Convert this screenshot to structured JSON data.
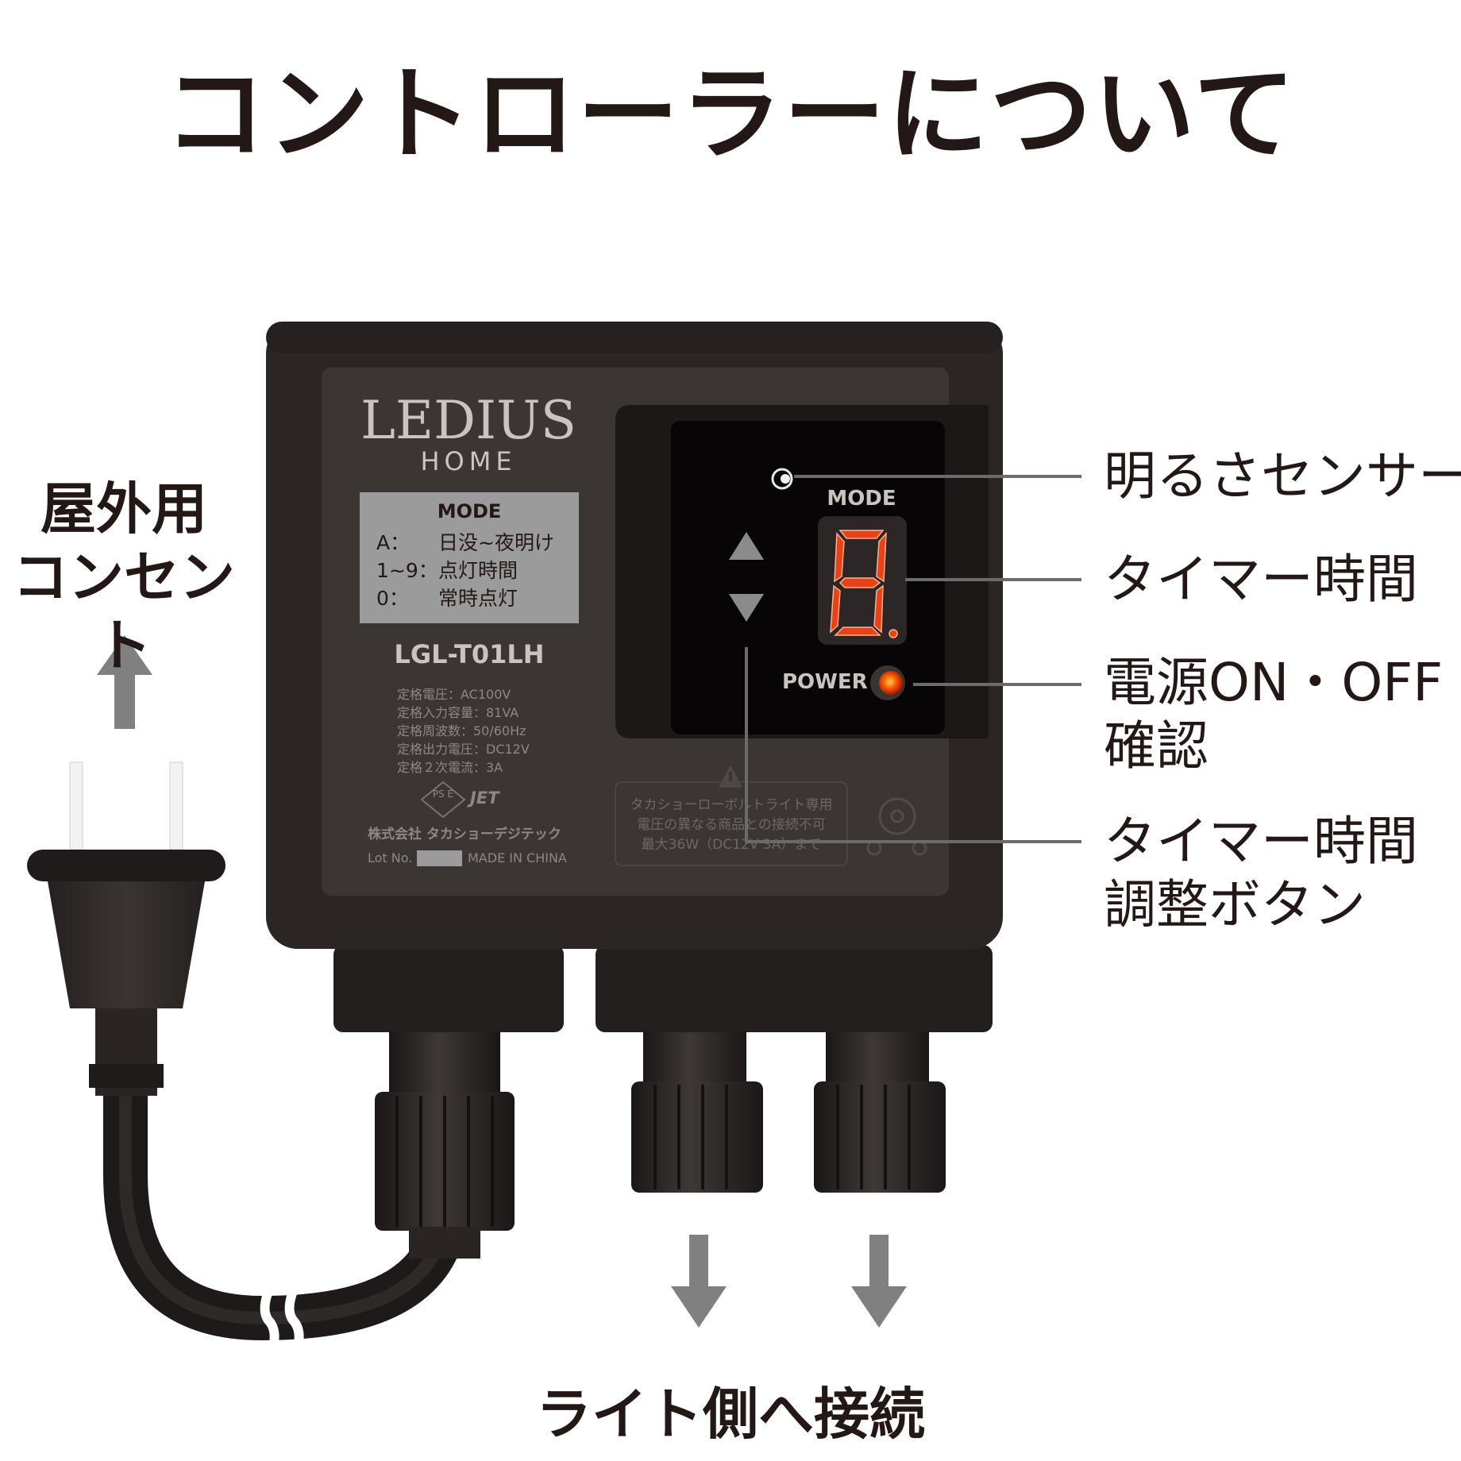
{
  "title": "コントローラーについて",
  "left_label": {
    "line1": "屋外用",
    "line2": "コンセント"
  },
  "bottom_label": "ライト側へ接続",
  "callouts": {
    "brightness_sensor": "明るさセンサー",
    "timer_time": "タイマー時間",
    "power_line1": "電源ON・OFF",
    "power_line2": "確認",
    "timer_button_line1": "タイマー時間",
    "timer_button_line2": "調整ボタン"
  },
  "device": {
    "brand": "LEDIUS",
    "brand_sub": "HOME",
    "mode_panel": {
      "heading": "MODE",
      "rows": [
        {
          "key": "A：",
          "value": "日没~夜明け"
        },
        {
          "key": "1~9：",
          "value": "点灯時間"
        },
        {
          "key": "0：",
          "value": "常時点灯"
        }
      ]
    },
    "model": "LGL-T01LH",
    "specs": [
      "定格電圧：AC100V",
      "定格入力容量：81VA",
      "定格周波数：50/60Hz",
      "定格出力電圧：DC12V",
      "定格２次電流：3A"
    ],
    "pse": "PS E",
    "jet": "JET",
    "maker": "株式会社 タカショーデジテック",
    "lot_label": "Lot No.",
    "made_in": "MADE IN CHINA",
    "control": {
      "mode_label": "MODE",
      "display_digit": "8",
      "power_label": "POWER"
    },
    "warning_lines": [
      "タカショーローボルトライト専用",
      "電圧の異なる商品との接続不可",
      "最大36W（DC12V 3A）まで"
    ]
  },
  "colors": {
    "body": "#2c2725",
    "panel": "#3a3533",
    "display": "#070505",
    "segment": "#e8421b",
    "led": "#ff4a00",
    "arrow": "#808080",
    "callout_line": "#6b6b6b"
  }
}
